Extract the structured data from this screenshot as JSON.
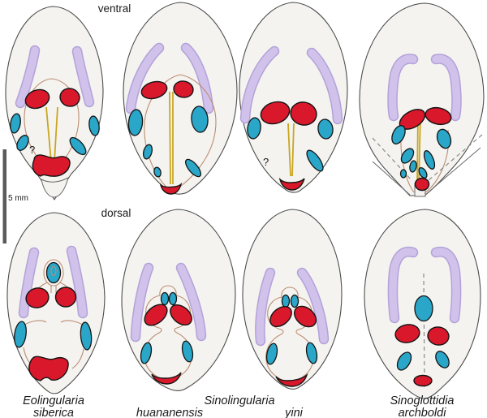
{
  "view_labels": {
    "ventral": "ventral",
    "dorsal": "dorsal"
  },
  "scale_bar": {
    "label": "5 mm"
  },
  "question_marks": {
    "eolingularia_ventral": "?",
    "yini_ventral": "?"
  },
  "taxa": {
    "eolingularia": "Eolingularia",
    "siberica": "siberica",
    "huananensis": "huananensis",
    "sinolingularia": "Sinolingularia",
    "yini": "yini",
    "sinoglottidia": "Sinoglottidia",
    "archboldi": "archboldi"
  },
  "palette": {
    "shell_fill": "#f4f3f0",
    "shell_outline": "#4d4d4d",
    "muscle_red": "#d9182b",
    "muscle_teal": "#2aa6c9",
    "flank_band_purple": "#d1c2ec",
    "flank_band_outline": "#b3a2d8",
    "visceral_line_brown": "#bd8d72",
    "pedicle_nerve_yellow": "#c9a61f",
    "dashed_gray": "#8a8a8a",
    "scalebar_gray": "#5a5a5a"
  }
}
